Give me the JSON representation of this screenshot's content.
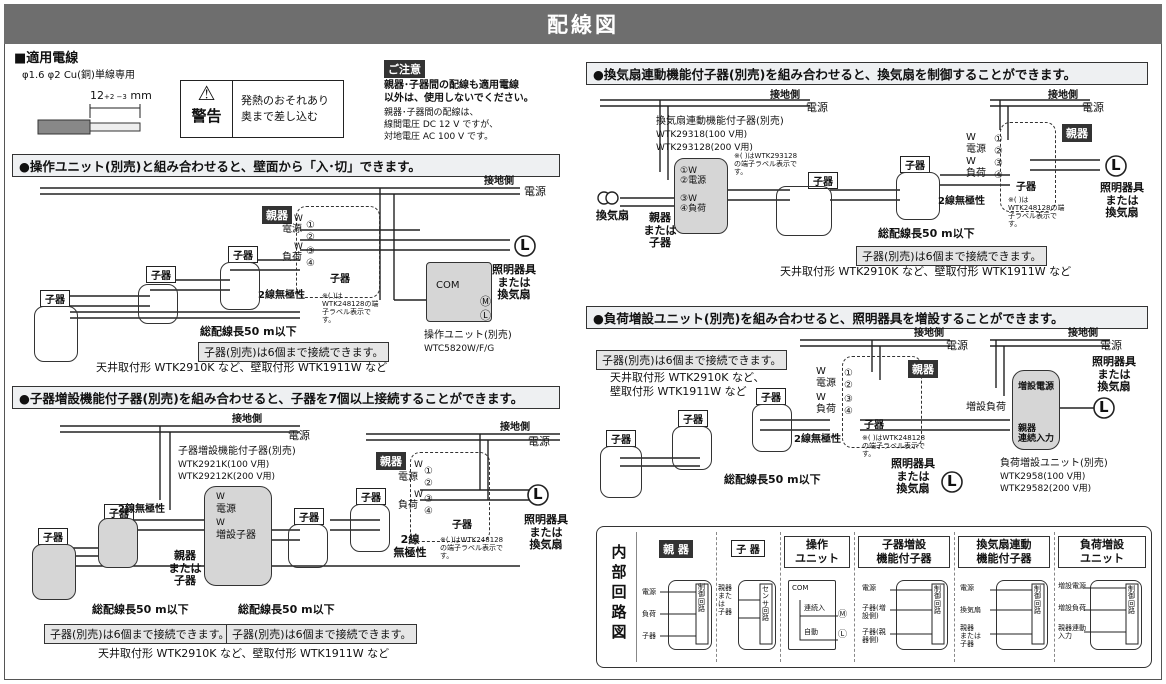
{
  "title": "配線図",
  "wire_spec": {
    "heading": "■適用電線",
    "desc": "φ1.6  φ2 Cu(銅)単線専用",
    "strip": "12",
    "strip_tol": "+2 −3",
    "strip_unit": "mm"
  },
  "warning": {
    "label": "警告",
    "text1": "発熱のおそれあり",
    "text2": "奥まで差し込む"
  },
  "caution": {
    "label": "ご注意",
    "bold1": "親器･子器間の配線も適用電線",
    "bold2": "以外は、使用しないでください。",
    "l1": "親器･子器間の配線は、",
    "l2": "線間電圧 DC  12 V ですが、",
    "l3": "対地電圧 AC  100 V です。"
  },
  "common": {
    "ground": "接地側",
    "power": "電源",
    "parent": "親器",
    "child": "子器",
    "w": "W",
    "t_power": "電源",
    "t_load": "負荷",
    "n1": "①",
    "n2": "②",
    "n3": "③",
    "n4": "④",
    "two_wire": "2線無極性",
    "two_wire_a": "2線",
    "two_wire_b": "無極性",
    "label_note": "※(  )はWTK248128の端子ラベル表示です。",
    "label_note2": "※(  )はWTK293128の端子ラベル表示です。",
    "light": "照明器具",
    "or": "または",
    "fan": "換気扇",
    "L": "L",
    "length": "総配線長50 m以下",
    "max6": "子器(別売)は6個まで接続できます。",
    "mount": "天井取付形 WTK2910K など、壁取付形 WTK1911W など",
    "mount_a": "天井取付形  WTK2910K など、",
    "mount_b": "壁取付形     WTK1911W など",
    "parent_or_child": "親器\nまたは\n子器"
  },
  "section1": {
    "header": "●操作ユニット(別売)と組み合わせると、壁面から「入･切」できます。",
    "com": "COM",
    "m": "Ⓜ",
    "l": "Ⓛ",
    "unit_name": "操作ユニット(別売)",
    "unit_model": "WTC5820W/F/G"
  },
  "section2": {
    "header": "●子器増設機能付子器(別売)を組み合わせると、子器を7個以上接続することができます。",
    "device_name": "子器増設機能付子器(別売)",
    "model1": "WTK2921K(100 V用)",
    "model2": "WTK29212K(200 V用)",
    "t_add": "増設子器"
  },
  "section3": {
    "header": "●換気扇連動機能付子器(別売)を組み合わせると、換気扇を制御することができます。",
    "device_name": "換気扇連動機能付子器(別売)",
    "model1": "WTK29318(100 V用)",
    "model2": "WTK293128(200 V用)",
    "t_load_short": "負荷"
  },
  "section4": {
    "header": "●負荷増設ユニット(別売)を組み合わせると、照明器具を増設することができます。",
    "t_add_power": "増設電源",
    "t_add_load": "増設負荷",
    "t_link_a": "親器",
    "t_link_b": "連続入力",
    "unit_name": "負荷増設ユニット(別売)",
    "model1": "WTK2958(100 V用)",
    "model2": "WTK29582(200 V用)"
  },
  "internal": {
    "title": [
      "内",
      "部",
      "回",
      "路",
      "図"
    ],
    "cells": [
      {
        "title": "親 器",
        "dark": true
      },
      {
        "title": "子 器",
        "dark": false
      },
      {
        "title": "操作\nユニット",
        "dark": false
      },
      {
        "title": "子器増設\n機能付子器",
        "dark": false
      },
      {
        "title": "換気扇連動\n機能付子器",
        "dark": false
      },
      {
        "title": "負荷増設\nユニット",
        "dark": false
      }
    ],
    "lbl_power": "電源",
    "lbl_load": "負荷",
    "lbl_child": "子器",
    "lbl_ctrl": "制御回路",
    "lbl_sensor": "センサ回路",
    "lbl_cont": "連続入",
    "lbl_auto": "自動",
    "lbl_child_add": "子器(増設側)",
    "lbl_child_parent": "子器(親器側)",
    "lbl_fan": "換気扇",
    "lbl_add_power": "増設電源",
    "lbl_add_load": "増設負荷",
    "lbl_link": "親器連動入力"
  }
}
